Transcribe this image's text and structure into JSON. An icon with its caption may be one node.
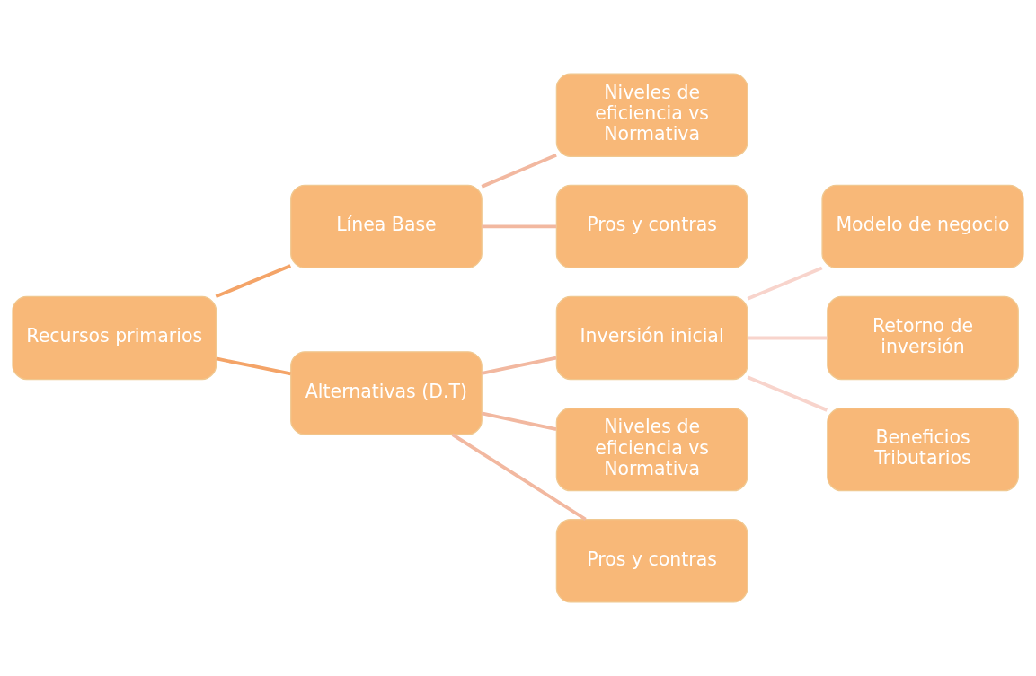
{
  "diagram": {
    "nodes": [
      {
        "text": [
          "Recursos primarios"
        ]
      },
      {
        "text": [
          "Línea Base"
        ]
      },
      {
        "text": [
          "Niveles de eficiencia vs Normativa"
        ]
      },
      {
        "text": [
          "Pros y contras"
        ]
      },
      {
        "text": [
          "Alternativas (D.T)"
        ]
      },
      {
        "text": [
          "Inversión inicial"
        ]
      },
      {
        "text": [
          "Modelo de negocio"
        ]
      },
      {
        "text": [
          "Retorno de inversión"
        ]
      },
      {
        "text": [
          "Beneficios Tributarios"
        ]
      },
      {
        "text": [
          "Niveles de eficiencia vs Normativa"
        ]
      },
      {
        "text": [
          "Pros y contras"
        ]
      }
    ],
    "edges": [
      {
        "from": 0,
        "to": 1,
        "arrow": "none",
        "color": "#f4a468"
      },
      {
        "from": 1,
        "to": 2,
        "arrow": "none"
      },
      {
        "from": 1,
        "to": 3,
        "arrow": "none"
      },
      {
        "from": 0,
        "to": 4,
        "arrow": "none",
        "color": "#f4a468"
      },
      {
        "from": 4,
        "to": 5,
        "arrow": "none"
      },
      {
        "from": 5,
        "to": 6,
        "arrow": "none",
        "color": "#f8d4cc"
      },
      {
        "from": 5,
        "to": 7,
        "arrow": "none",
        "color": "#f8d4cc"
      },
      {
        "from": 5,
        "to": 8,
        "arrow": "none",
        "color": "#f8d4cc"
      },
      {
        "from": 4,
        "to": 9,
        "arrow": "none"
      },
      {
        "from": 4,
        "to": 10,
        "arrow": "none"
      }
    ]
  }
}
